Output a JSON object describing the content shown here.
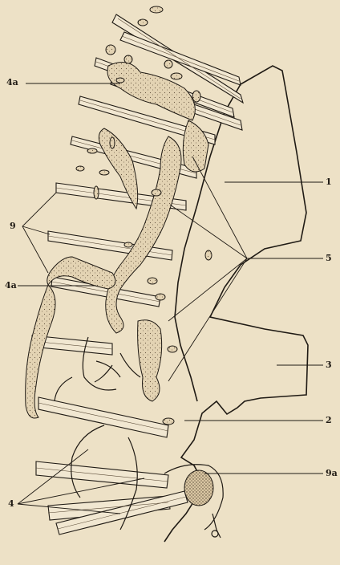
{
  "figure": {
    "colors": {
      "paper": "#ede1c6",
      "ink": "#1f1a14",
      "stipple_fill": "#e3d3b3",
      "nerve_fill": "#f1e7d1"
    },
    "labels": {
      "l1": "1",
      "l2": "2",
      "l3": "3",
      "l4": "4",
      "l4a_top": "4a",
      "l4a_mid": "4a",
      "l5": "5",
      "l9": "9",
      "l9a": "9a"
    }
  }
}
